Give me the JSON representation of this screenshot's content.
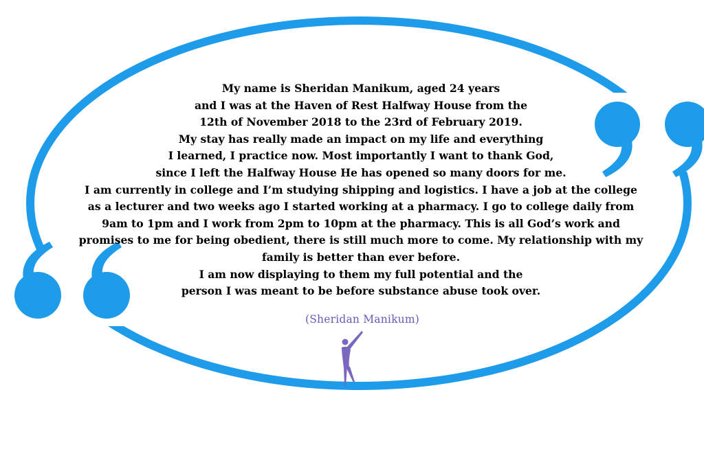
{
  "testimonial": {
    "lines": [
      "My name is Sheridan Manikum, aged 24 years",
      "and I was at the Haven of Rest Halfway House from the",
      "12th of November 2018 to the 23rd of February 2019.",
      "My stay has really made an impact on my life and everything",
      "I learned, I practice now.  Most importantly I want to thank God,",
      "since I left the Halfway House He has opened so many doors for me.",
      "I am currently in college and I’m studying shipping and logistics.  I have a job at the college",
      "as a lecturer and two weeks ago I started working at a pharmacy.  I go to college daily from",
      "9am to 1pm and I work from 2pm to 10pm at the pharmacy. This is all God’s work and",
      "promises to me for being obedient, there is still much more to come. My relationship with my",
      "family is better than ever before.",
      "I am now displaying to them my full potential and the",
      "person I was meant to be before substance abuse took over."
    ],
    "attribution": "(Sheridan Manikum)"
  },
  "colors": {
    "frame": "#1e9be9",
    "text": "#000000",
    "attribution": "#6a58b8",
    "logo": "#7a68c0"
  },
  "icons": {
    "open_quote": "open-quote-marks-icon",
    "close_quote": "close-quote-marks-icon",
    "logo": "reaching-figure-logo"
  }
}
